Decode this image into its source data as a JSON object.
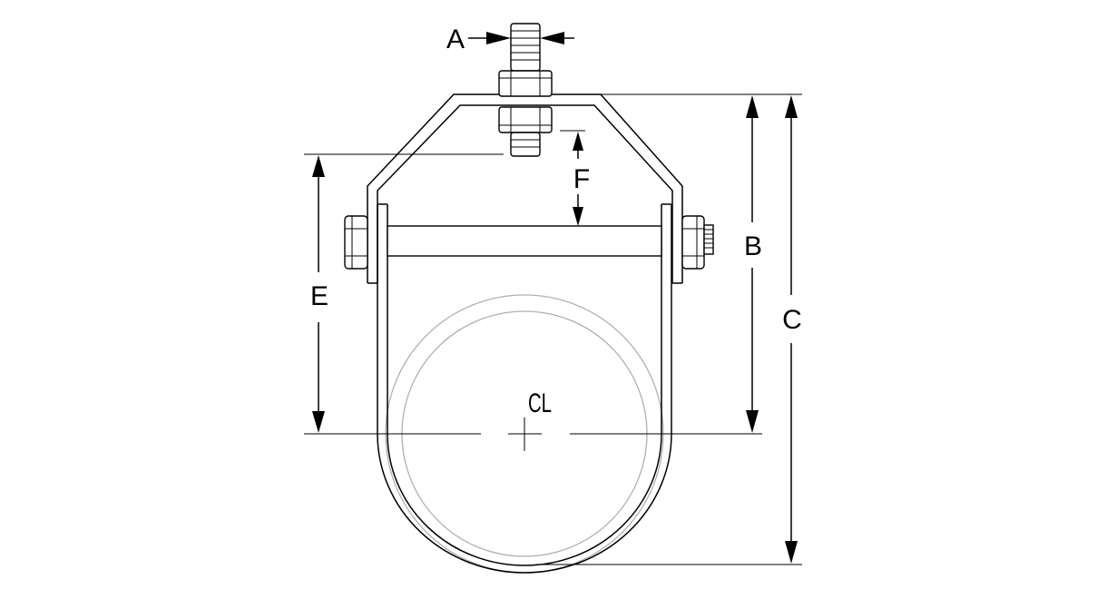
{
  "colors": {
    "line": "#000000",
    "pipe_outline": "#b0b0b0",
    "background": "#ffffff"
  },
  "labels": {
    "a": "A",
    "b": "B",
    "c": "C",
    "e": "E",
    "f": "F",
    "centerline": "CL"
  }
}
